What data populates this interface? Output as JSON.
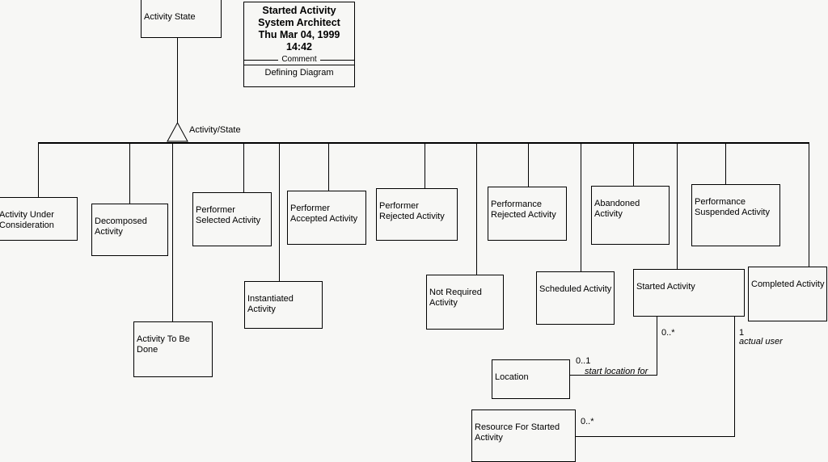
{
  "diagram": {
    "type": "uml-class-diagram",
    "root_class": "Activity State",
    "generalization_label": "Activity/State",
    "title_block": {
      "line1": "Started Activity",
      "line2": "System Architect",
      "line3": "Thu Mar 04, 1999",
      "line4": "14:42",
      "separator_label": "Comment",
      "footer": "Defining Diagram"
    },
    "subclasses": [
      {
        "label": "Activity Under\nConsideration"
      },
      {
        "label": "Decomposed\nActivity"
      },
      {
        "label": "Activity To Be\nDone"
      },
      {
        "label": "Performer\nSelected Activity"
      },
      {
        "label": "Instantiated Activity"
      },
      {
        "label": "Performer\nAccepted Activity"
      },
      {
        "label": "Performer\nRejected Activity"
      },
      {
        "label": "Not Required\nActivity"
      },
      {
        "label": "Performance\nRejected Activity"
      },
      {
        "label": "Scheduled Activity"
      },
      {
        "label": "Abandoned\nActivity"
      },
      {
        "label": "Started Activity"
      },
      {
        "label": "Performance\nSuspended Activity"
      },
      {
        "label": "Completed Activity"
      }
    ],
    "associated_classes": [
      {
        "label": "Location"
      },
      {
        "label": "Resource For Started\nActivity"
      }
    ],
    "associations": [
      {
        "source_multiplicity": "0..*",
        "target_multiplicity": "0..1",
        "role": "start location for"
      },
      {
        "source_multiplicity": "1",
        "target_multiplicity": "0..*",
        "role": "actual user"
      }
    ],
    "edge_labels": {
      "started_to_location_mult": "0..*",
      "location_mult": "0..1",
      "location_role": "start location for",
      "started_to_resource_mult": "1",
      "started_to_resource_role": "actual user",
      "resource_mult": "0..*"
    },
    "colors": {
      "background": "#f7f7f5",
      "line": "#000000",
      "box_fill": "#f7f7f5"
    }
  }
}
